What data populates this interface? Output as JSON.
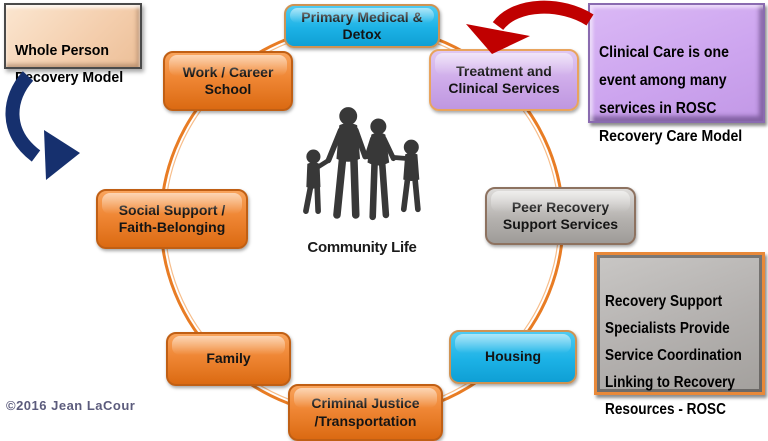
{
  "diagram_title": "Whole Person Recovery Model",
  "callouts": {
    "whole_person": {
      "text": "Whole Person\nRecovery Model"
    },
    "clinical_care": {
      "text": "Clinical Care is one\nevent among many\nservices in ROSC\nRecovery Care Model"
    },
    "recovery_support": {
      "text": "Recovery Support\nSpecialists Provide\nService Coordination\nLinking to Recovery\nResources - ROSC"
    }
  },
  "center": {
    "label": "Community Life",
    "icon": "family-silhouette"
  },
  "nodes": [
    {
      "id": "primary-medical-detox",
      "label": "Primary Medical &\nDetox",
      "color": "cyan"
    },
    {
      "id": "treatment-clinical-services",
      "label": "Treatment and\nClinical Services",
      "color": "lavender"
    },
    {
      "id": "peer-recovery-support",
      "label": "Peer Recovery\nSupport Services",
      "color": "gray"
    },
    {
      "id": "housing",
      "label": "Housing",
      "color": "cyan"
    },
    {
      "id": "criminal-justice-transportation",
      "label": "Criminal Justice\n/Transportation",
      "color": "orange"
    },
    {
      "id": "family",
      "label": "Family",
      "color": "orange"
    },
    {
      "id": "social-support-faith",
      "label": "Social Support /\nFaith-Belonging",
      "color": "orange"
    },
    {
      "id": "work-career-school",
      "label": "Work / Career\nSchool",
      "color": "orange"
    }
  ],
  "watermark": "©2016 Jean LaCour",
  "colors": {
    "orange": "#ED7D31",
    "cyan": "#1CB2E6",
    "lavender": "#CDA9E9",
    "gray": "#B3B0AE",
    "peach": "#F4CEAD",
    "navy_arrow": "#16306E",
    "red_arrow": "#C00000",
    "circle_ring": "#E87C24"
  }
}
